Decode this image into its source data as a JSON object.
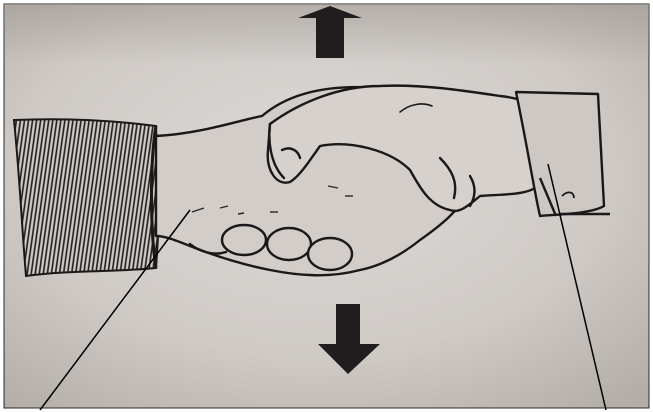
{
  "image": {
    "subject": "handshake-illustration",
    "colors": {
      "paper_light": "#d9d6d3",
      "paper_dark": "#bcb6b1",
      "ink": "#1a1818",
      "leader_line": "#000000"
    },
    "arrows": [
      "up-arrow",
      "down-arrow"
    ],
    "label_text_left": "",
    "label_text_right": ""
  }
}
